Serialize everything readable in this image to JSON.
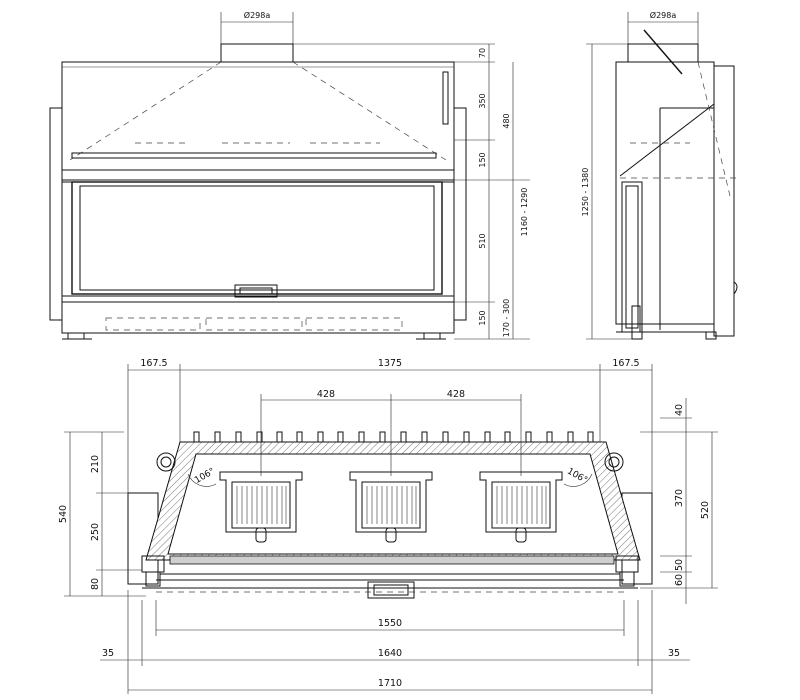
{
  "front_view": {
    "flue_diameter": "Ø298a",
    "dims": {
      "d70": "70",
      "d350": "350",
      "d480": "480",
      "d150_top": "150",
      "d510": "510",
      "d150_bottom": "150",
      "d170_300": "170 - 300",
      "d1160_1290": "1160 - 1290"
    }
  },
  "side_view": {
    "flue_diameter": "Ø298a",
    "height": "1250 - 1380"
  },
  "plan_view": {
    "top": {
      "left": "167.5",
      "middle": "1375",
      "right": "167.5"
    },
    "spacing": {
      "a": "428",
      "b": "428"
    },
    "angles": {
      "left": "106°",
      "right": "106°"
    },
    "left_dims": {
      "d210": "210",
      "d250": "250",
      "d80": "80",
      "total": "540"
    },
    "right_dims": {
      "d40": "40",
      "d370": "370",
      "d50": "50",
      "d60": "60",
      "total": "520"
    },
    "bottom": {
      "d1550": "1550",
      "d35_left": "35",
      "d1640": "1640",
      "d35_right": "35",
      "d1710": "1710"
    }
  }
}
